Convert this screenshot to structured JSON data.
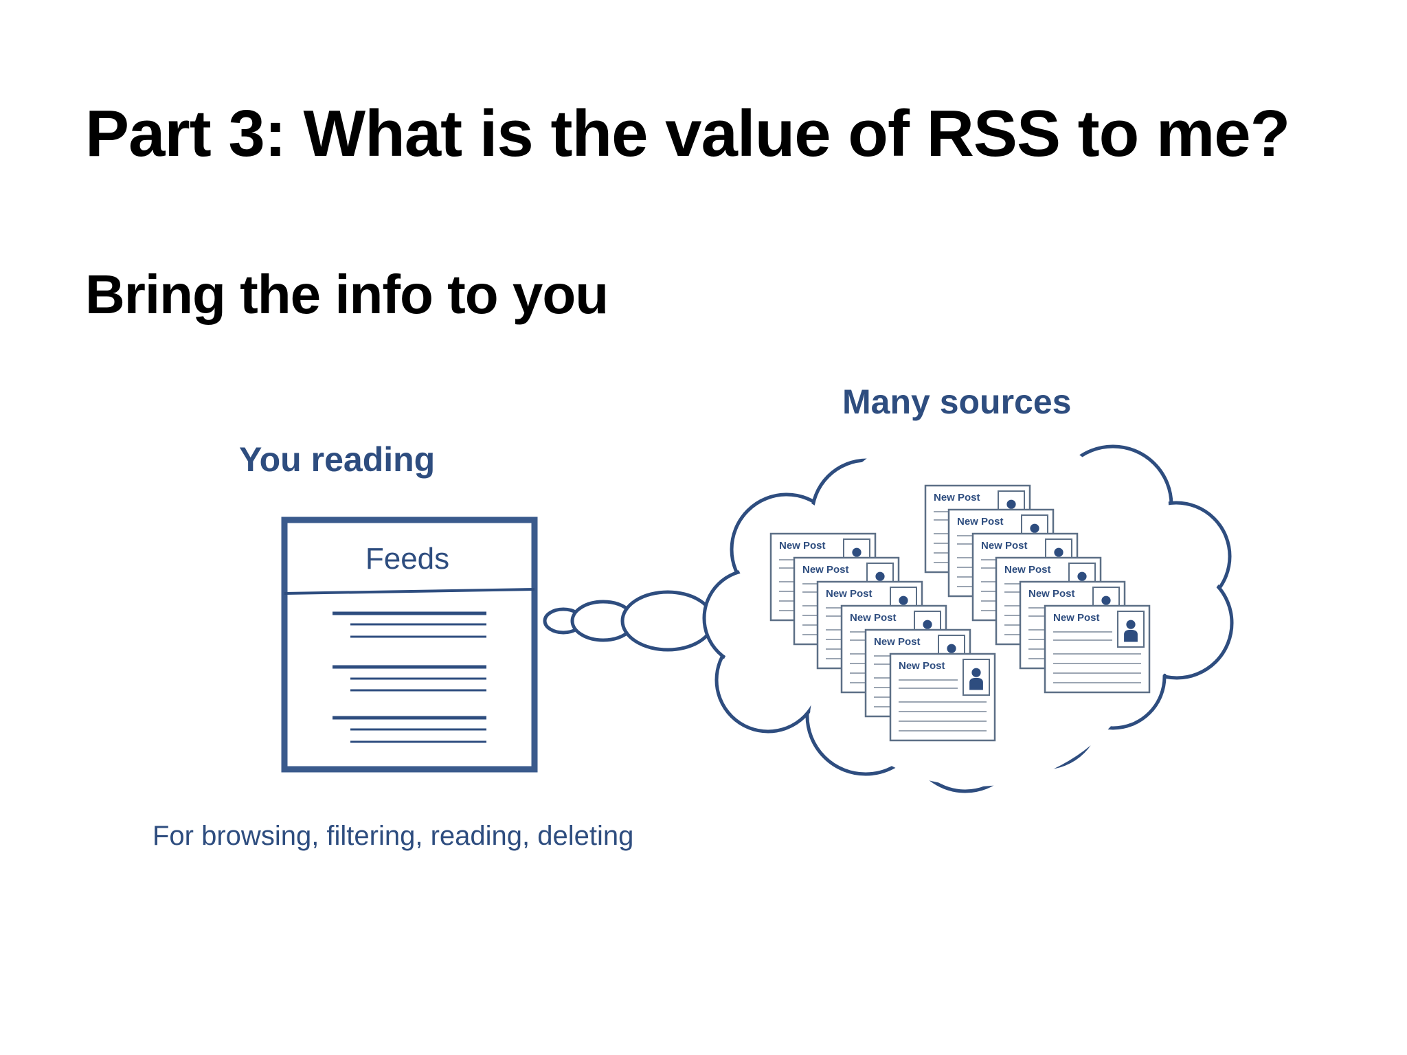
{
  "slide": {
    "title": "Part 3:  What is the value of RSS to me?",
    "subtitle": "Bring the info to you"
  },
  "reader": {
    "heading": "You reading",
    "window_title": "Feeds",
    "caption": "For browsing, filtering, reading, deleting"
  },
  "sources": {
    "heading": "Many sources",
    "post_label": "New Post",
    "post_count": 12
  },
  "colors": {
    "accent": "#2e4d7f",
    "outline": "#3a5a8c",
    "card_border": "#5c6f86",
    "text": "#000000"
  },
  "icons": {
    "post_avatar": "person-icon",
    "thought_connector": "thought-bubble-icon"
  }
}
